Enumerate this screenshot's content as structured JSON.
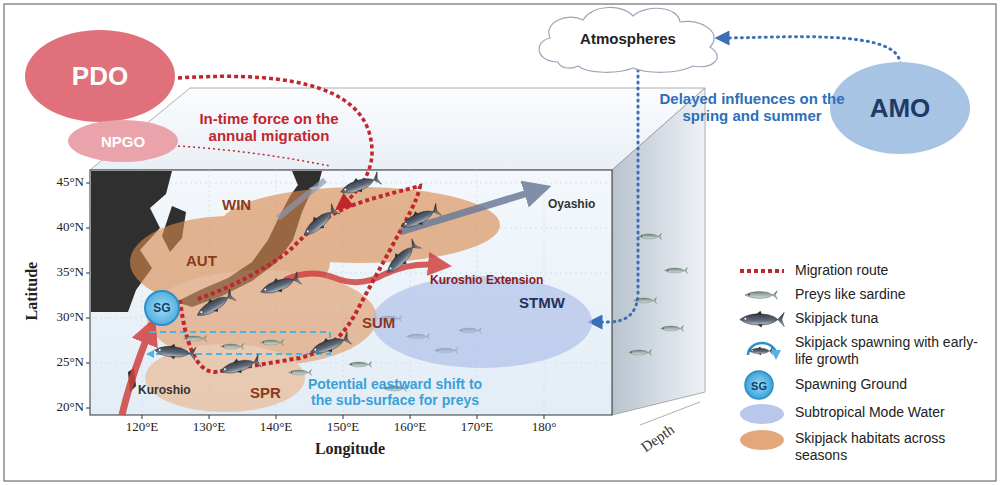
{
  "diagram": {
    "nodes": [
      {
        "text": [
          "PDO"
        ]
      },
      {
        "text": [
          "NPGO"
        ]
      },
      {
        "text": [
          "Atmospheres"
        ]
      },
      {
        "text": [
          "AMO"
        ]
      },
      {
        "text": [
          "SG"
        ]
      },
      {
        "text": [
          "STMW"
        ]
      }
    ],
    "edges": [
      {
        "from": 3,
        "to": 2,
        "arrow": "to"
      },
      {
        "from": 2,
        "to": 5,
        "arrow": "to"
      }
    ],
    "labels": [
      "In-time force on the annual migration",
      "Delayed influences on the spring and summer",
      "WIN",
      "AUT",
      "SUM",
      "SPR",
      "Oyashio",
      "Kuroshio Extension",
      "Kuroshio",
      "Potential eastward shift to the sub-surface for preys",
      "45°N",
      "40°N",
      "35°N",
      "30°N",
      "25°N",
      "20°N",
      "120°E",
      "130°E",
      "140°E",
      "150°E",
      "160°E",
      "170°E",
      "180°",
      "Latitude",
      "Longitude",
      "Depth",
      "SG"
    ],
    "legend": [
      {
        "text": "Migration route"
      },
      {
        "text": "Preys like sardine"
      },
      {
        "text": "Skipjack tuna"
      },
      {
        "text": "Skipjack spawning with early-life growth"
      },
      {
        "text": "Spawning Ground"
      },
      {
        "text": "Subtropical Mode Water",
        "color": "#b9c7ea"
      },
      {
        "text": "Skipjack habitats across seasons",
        "color": "#e3a77c"
      }
    ]
  }
}
